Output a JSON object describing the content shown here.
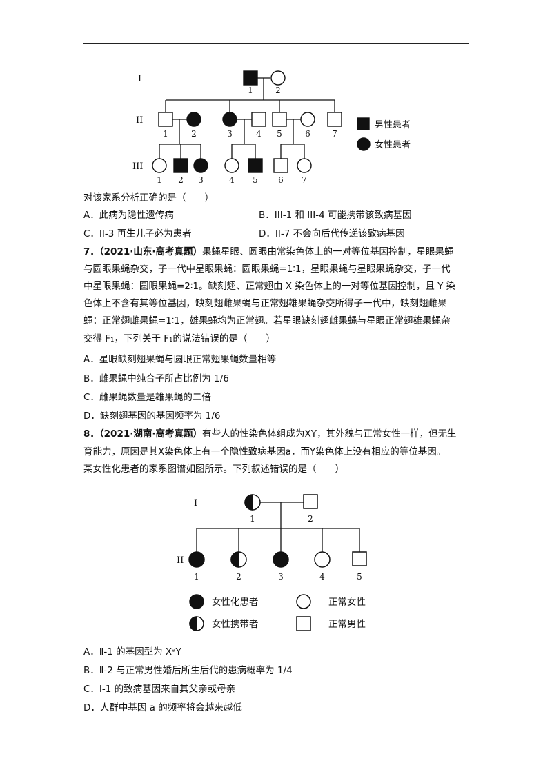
{
  "pedigree1": {
    "gen_labels": [
      "I",
      "II",
      "III"
    ],
    "numbers": {
      "I": [
        "1",
        "2"
      ],
      "II": [
        "1",
        "2",
        "3",
        "4",
        "5",
        "6",
        "7"
      ],
      "III": [
        "1",
        "2",
        "3",
        "4",
        "5",
        "6",
        "7"
      ]
    },
    "legend": {
      "male_affected": "男性患者",
      "female_affected": "女性患者"
    }
  },
  "q6": {
    "stem": "对该家系分析正确的是（　　）",
    "options": {
      "A": "A．此病为隐性遗传病",
      "B": "B．III-1 和 III-4 可能携带该致病基因",
      "C": "C．II-3 再生儿子必为患者",
      "D": "D．II-7 不会向后代传递该致病基因"
    }
  },
  "q7": {
    "number": "7．",
    "source": "（2021·山东·高考真题）",
    "lines": [
      "果蝇星眼、圆眼由常染色体上的一对等位基因控制，星眼果蝇",
      "与圆眼果蝇杂交，子一代中星眼果蝇：圆眼果蝇=1∶1，星眼果蝇与星眼果蝇杂交，子一代",
      "中星眼果蝇：圆眼果蝇=2∶1。缺刻翅、正常翅由 X 染色体上的一对等位基因控制，且 Y 染",
      "色体上不含有其等位基因，缺刻翅雌果蝇与正常翅雄果蝇杂交所得子一代中，缺刻翅雌果",
      "蝇：正常翅雌果蝇=1∶1，雄果蝇均为正常翅。若星眼缺刻翅雌果蝇与星眼正常翅雄果蝇杂",
      "交得 F₁，下列关于 F₁的说法错误的是（　　）"
    ],
    "options": {
      "A": "A．星眼缺刻翅果蝇与圆眼正常翅果蝇数量相等",
      "B": "B．雌果蝇中纯合子所占比例为 1/6",
      "C": "C．雌果蝇数量是雄果蝇的二倍",
      "D": "D．缺刻翅基因的基因频率为 1/6"
    }
  },
  "q8": {
    "number": "8．",
    "source": "（2021·湖南·高考真题）",
    "lines": [
      "有些人的性染色体组成为XY，其外貌与正常女性一样，但无生",
      "育能力，原因是其X染色体上有一个隐性致病基因a，而Y染色体上没有相应的等位基因。",
      "某女性化患者的家系图谱如图所示。下列叙述错误的是（　　）"
    ],
    "options": {
      "A": "A．Ⅱ-1 的基因型为 XᵃY",
      "B": "B．Ⅱ-2 与正常男性婚后所生后代的患病概率为 1/4",
      "C": "C．I-1 的致病基因来自其父亲或母亲",
      "D": "D．人群中基因 a 的频率将会越来越低"
    }
  },
  "pedigree2": {
    "gen_labels": [
      "I",
      "II"
    ],
    "numbers": {
      "I": [
        "1",
        "2"
      ],
      "II": [
        "1",
        "2",
        "3",
        "4",
        "5"
      ]
    },
    "legend": {
      "female_patient": "女性化患者",
      "normal_female": "正常女性",
      "female_carrier": "女性携带者",
      "normal_male": "正常男性"
    }
  }
}
